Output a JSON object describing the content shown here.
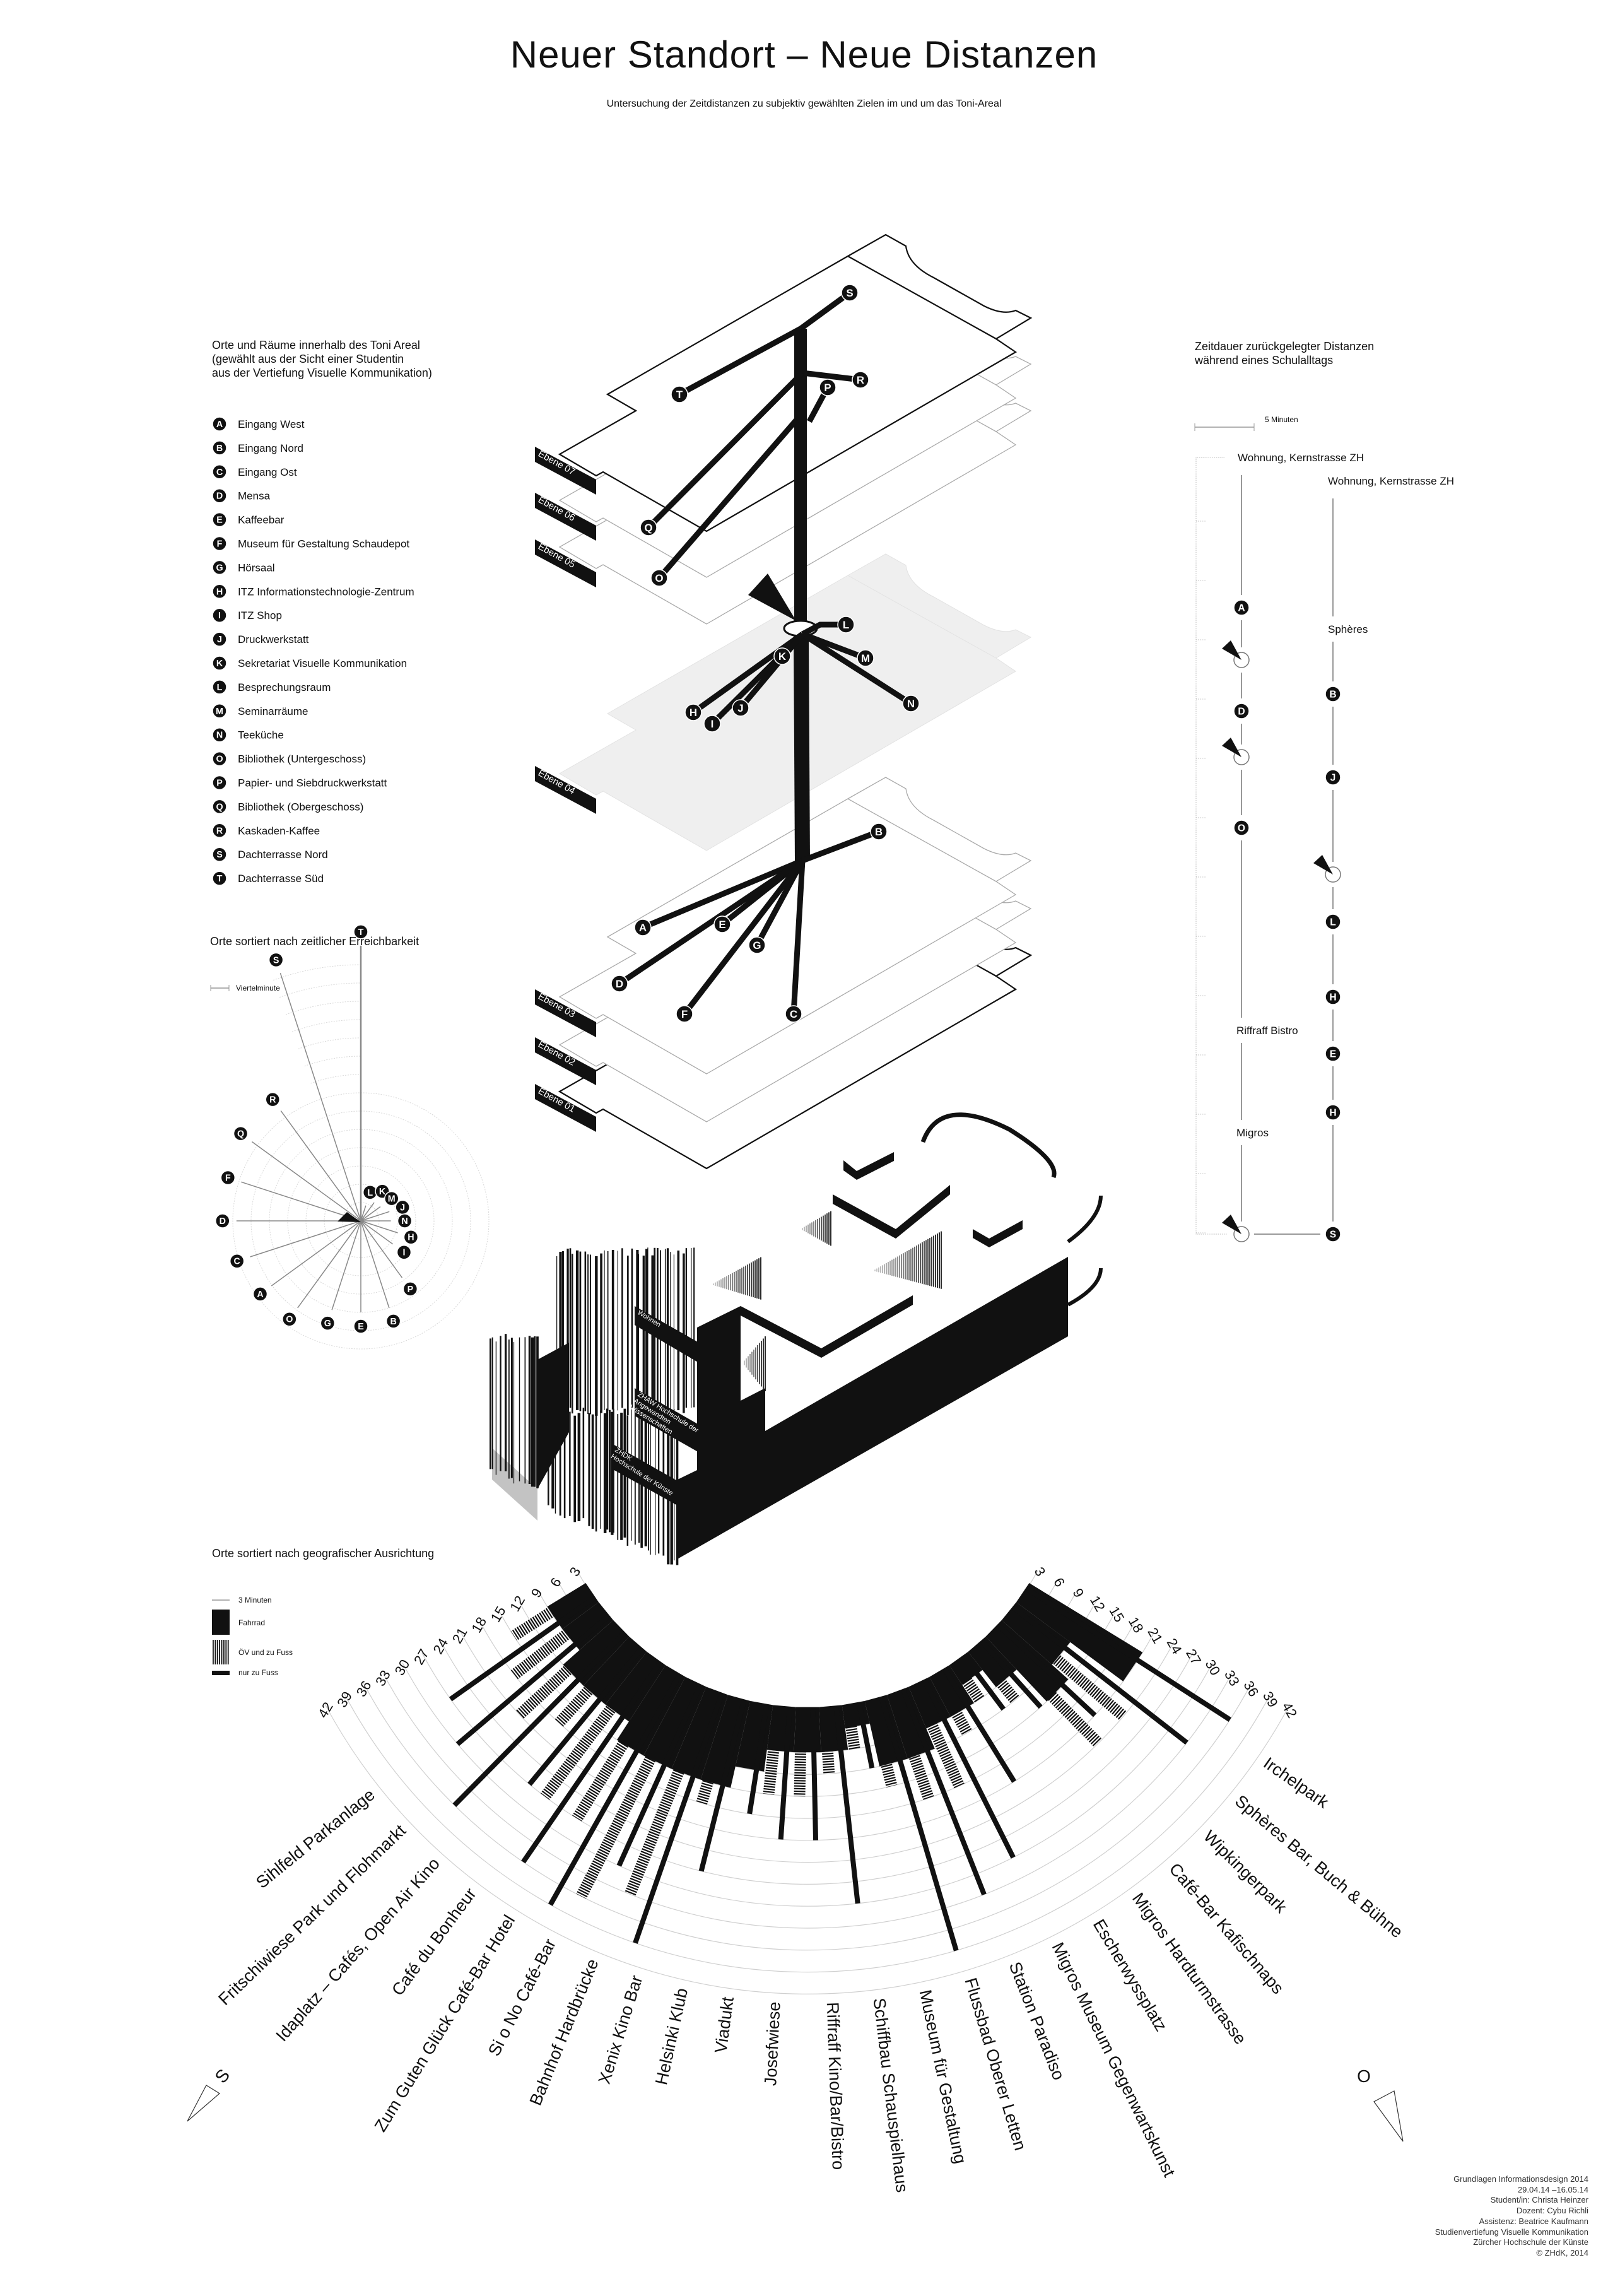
{
  "title": "Neuer Standort – Neue Distanzen",
  "subtitle": "Untersuchung der Zeitdistanzen zu subjektiv gewählten Zielen im und um das Toni-Areal",
  "places_legend": {
    "heading": [
      "Orte und Räume innerhalb des Toni Areal",
      "(gewählt aus der Sicht einer Studentin",
      "aus der Vertiefung Visuelle Kommunikation)"
    ],
    "items": [
      {
        "letter": "A",
        "label": "Eingang West"
      },
      {
        "letter": "B",
        "label": "Eingang Nord"
      },
      {
        "letter": "C",
        "label": "Eingang Ost"
      },
      {
        "letter": "D",
        "label": "Mensa"
      },
      {
        "letter": "E",
        "label": "Kaffeebar"
      },
      {
        "letter": "F",
        "label": "Museum für Gestaltung Schaudepot"
      },
      {
        "letter": "G",
        "label": "Hörsaal"
      },
      {
        "letter": "H",
        "label": "ITZ Informationstechnologie-Zentrum"
      },
      {
        "letter": "I",
        "label": "ITZ Shop"
      },
      {
        "letter": "J",
        "label": "Druckwerkstatt"
      },
      {
        "letter": "K",
        "label": "Sekretariat Visuelle Kommunikation"
      },
      {
        "letter": "L",
        "label": "Besprechungsraum"
      },
      {
        "letter": "M",
        "label": "Seminarräume"
      },
      {
        "letter": "N",
        "label": "Teeküche"
      },
      {
        "letter": "O",
        "label": "Bibliothek (Untergeschoss)"
      },
      {
        "letter": "P",
        "label": "Papier- und Siebdruckwerkstatt"
      },
      {
        "letter": "Q",
        "label": "Bibliothek (Obergeschoss)"
      },
      {
        "letter": "R",
        "label": "Kaskaden-Kaffee"
      },
      {
        "letter": "S",
        "label": "Dachterrasse Nord"
      },
      {
        "letter": "T",
        "label": "Dachterrasse Süd"
      }
    ]
  },
  "floors": [
    {
      "label": "Ebene 07",
      "places": [
        "S",
        "T",
        "R",
        "Q",
        "P",
        "O"
      ]
    },
    {
      "label": "Ebene 06",
      "places": []
    },
    {
      "label": "Ebene 05",
      "places": []
    },
    {
      "label": "Ebene 04",
      "places": [
        "L",
        "M",
        "N",
        "K",
        "H",
        "I",
        "J"
      ]
    },
    {
      "label": "Ebene 03",
      "places": [
        "B",
        "A",
        "E",
        "D",
        "G",
        "F",
        "C"
      ]
    },
    {
      "label": "Ebene 02",
      "places": []
    },
    {
      "label": "Ebene 01",
      "places": []
    }
  ],
  "building_labels": {
    "wohnen": [
      "Wohnen"
    ],
    "zhaw": [
      "ZHAW Hochschule der",
      "Angewandten",
      "Wissenschaften"
    ],
    "zhdk": [
      "ZHDK",
      "Hochschule der Künste"
    ]
  },
  "timeline": {
    "heading": [
      "Zeitdauer zurückgelegter Distanzen",
      "während eines Schulalltags"
    ],
    "scale_label": "5 Minuten",
    "columns": [
      {
        "start": "Wohnung, Kernstrasse ZH",
        "items": [
          {
            "type": "place",
            "letter": "A"
          },
          {
            "type": "transit"
          },
          {
            "type": "place",
            "letter": "D"
          },
          {
            "type": "transit"
          },
          {
            "type": "place",
            "letter": "O"
          },
          {
            "type": "label",
            "text": "Riffraff Bistro"
          },
          {
            "type": "label",
            "text": "Migros"
          },
          {
            "type": "transit"
          }
        ]
      },
      {
        "start": "Wohnung, Kernstrasse ZH",
        "items": [
          {
            "type": "label",
            "text": "Sphères"
          },
          {
            "type": "place",
            "letter": "B"
          },
          {
            "type": "place",
            "letter": "J"
          },
          {
            "type": "transit"
          },
          {
            "type": "place",
            "letter": "L"
          },
          {
            "type": "place",
            "letter": "H"
          },
          {
            "type": "place",
            "letter": "E"
          },
          {
            "type": "place",
            "letter": "H"
          },
          {
            "type": "place",
            "letter": "S"
          }
        ]
      }
    ]
  },
  "chart_data": [
    {
      "type": "polar",
      "title": "Orte sortiert nach zeitlicher Erreichbarkeit",
      "scale_label": "Viertelminute",
      "unit": "minutes",
      "categories": [
        "L",
        "K",
        "M",
        "J",
        "N",
        "H",
        "I",
        "P",
        "B",
        "E",
        "G",
        "O",
        "A",
        "C",
        "D",
        "F",
        "Q",
        "R",
        "S",
        "T"
      ],
      "values": [
        0.22,
        0.31,
        0.33,
        0.41,
        0.41,
        0.53,
        0.54,
        0.96,
        1.25,
        1.25,
        1.28,
        1.47,
        1.51,
        1.59,
        1.7,
        1.72,
        1.84,
        1.86,
        3.56,
        3.76
      ]
    },
    {
      "type": "bar",
      "subtype": "radial",
      "title": "Orte sortiert nach geografischer Ausrichtung",
      "legend": {
        "scale": "3 Minuten",
        "bike": "Fahrrad",
        "transit": "ÖV und zu Fuss",
        "walk": "nur zu Fuss"
      },
      "ticks": [
        3,
        6,
        9,
        12,
        15,
        18,
        21,
        24,
        27,
        30,
        33,
        36,
        39,
        42
      ],
      "rlim": [
        3,
        42
      ],
      "direction_start": "S",
      "direction_end": "O",
      "categories": [
        "Sihlfeld Parkanlage",
        "Fritschiwiese Park und Flohmarkt",
        "Idaplatz – Cafés, Open Air Kino",
        "Café du Bonheur",
        "Zum Guten Glück Café-Bar Hotel",
        "Si o No Café-Bar",
        "Bahnhof Hardbrücke",
        "Xenix Kino Bar",
        "Helsinki Klub",
        "Viadukt",
        "Josefwiese",
        "Riffraff Kino/Bar/Bistro",
        "Schiffbau Schauspielhaus",
        "Museum für Gestaltung",
        "Flussbad Oberer Letten",
        "Station Paradiso",
        "Migros Museum Gegenwartskunst",
        "Escherwyssplatz",
        "Migros Hardturmstrasse",
        "Café-Bar Kafischnaps",
        "Wipkingerpark",
        "Sphères Bar, Buch & Bühne",
        "Irchelpark"
      ],
      "series": [
        {
          "name": "Fahrrad",
          "values": [
            9,
            9,
            12,
            12,
            12,
            15,
            15,
            15,
            15,
            12,
            9,
            9,
            9,
            6,
            12,
            12,
            9,
            9,
            6,
            9,
            15,
            12,
            21
          ]
        },
        {
          "name": "ÖV und zu Fuss",
          "values": [
            15,
            18,
            21,
            18,
            27,
            27,
            36,
            33,
            18,
            12,
            15,
            15,
            12,
            9,
            15,
            18,
            18,
            12,
            9,
            12,
            24,
            24,
            21
          ]
        },
        {
          "name": "nur zu Fuss",
          "values": [
            27,
            30,
            36,
            27,
            36,
            39,
            30,
            39,
            27,
            18,
            21,
            21,
            30,
            12,
            39,
            33,
            30,
            21,
            12,
            15,
            21,
            33,
            36
          ]
        }
      ]
    }
  ],
  "credits": [
    "Grundlagen Informationsdesign 2014",
    "29.04.14 –16.05.14",
    "Student/in: Christa Heinzer",
    "Dozent: Cybu Richli",
    "Assistenz: Beatrice Kaufmann",
    "Studienvertiefung Visuelle Kommunikation",
    "Zürcher Hochschule der Künste",
    "© ZHdK, 2014"
  ]
}
